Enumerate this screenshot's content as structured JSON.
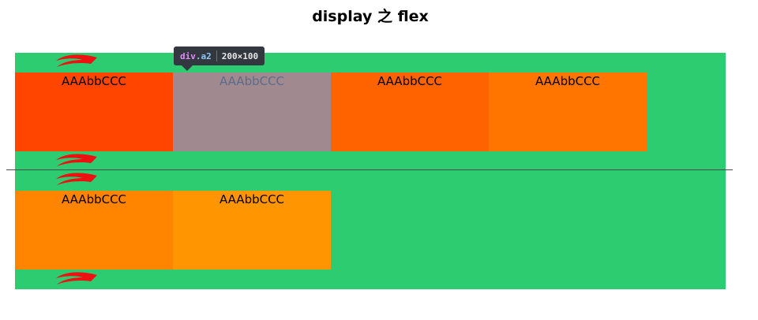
{
  "page": {
    "title": "display 之 flex"
  },
  "devtools_tooltip": {
    "tag": "div",
    "class_name": ".a2",
    "size": "200×100"
  },
  "containers": [
    {
      "background": "#2ecc71",
      "boxes": [
        {
          "label": "AAAbbCCC",
          "color": "#ff4500",
          "highlighted": false
        },
        {
          "label": "AAAbbCCC",
          "color": "#a08a8f",
          "highlighted": true
        },
        {
          "label": "AAAbbCCC",
          "color": "#ff6300",
          "highlighted": false
        },
        {
          "label": "AAAbbCCC",
          "color": "#ff7500",
          "highlighted": false
        }
      ]
    },
    {
      "background": "#2ecc71",
      "boxes": [
        {
          "label": "AAAbbCCC",
          "color": "#ff8400",
          "highlighted": false
        },
        {
          "label": "AAAbbCCC",
          "color": "#ff9500",
          "highlighted": false
        }
      ]
    }
  ],
  "arrow_icon": {
    "name": "red-curved-arrow-icon",
    "color": "#ee1111"
  }
}
